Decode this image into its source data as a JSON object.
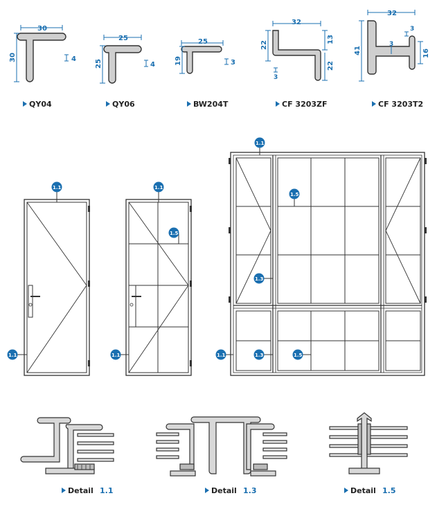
{
  "accent": "#1a6fb0",
  "profiles": [
    {
      "name": "QY04",
      "dims": {
        "width": "30",
        "height": "30",
        "thickness": "4"
      }
    },
    {
      "name": "QY06",
      "dims": {
        "width": "25",
        "height": "25",
        "thickness": "4"
      }
    },
    {
      "name": "BW204T",
      "dims": {
        "width": "25",
        "height": "19",
        "thickness": "3"
      }
    },
    {
      "name": "CF 3203ZF",
      "dims": {
        "width": "32",
        "left": "22",
        "right_top": "13",
        "right_bottom": "22",
        "thickness": "3"
      }
    },
    {
      "name": "CF 3203T2",
      "dims": {
        "width": "32",
        "height": "41",
        "web": "3",
        "flange": "3",
        "side": "16"
      }
    }
  ],
  "badges": {
    "d11": "1.1",
    "d13": "1.3",
    "d15": "1.5"
  },
  "details": {
    "word": "Detail",
    "d1": "1.1",
    "d2": "1.3",
    "d3": "1.5"
  }
}
